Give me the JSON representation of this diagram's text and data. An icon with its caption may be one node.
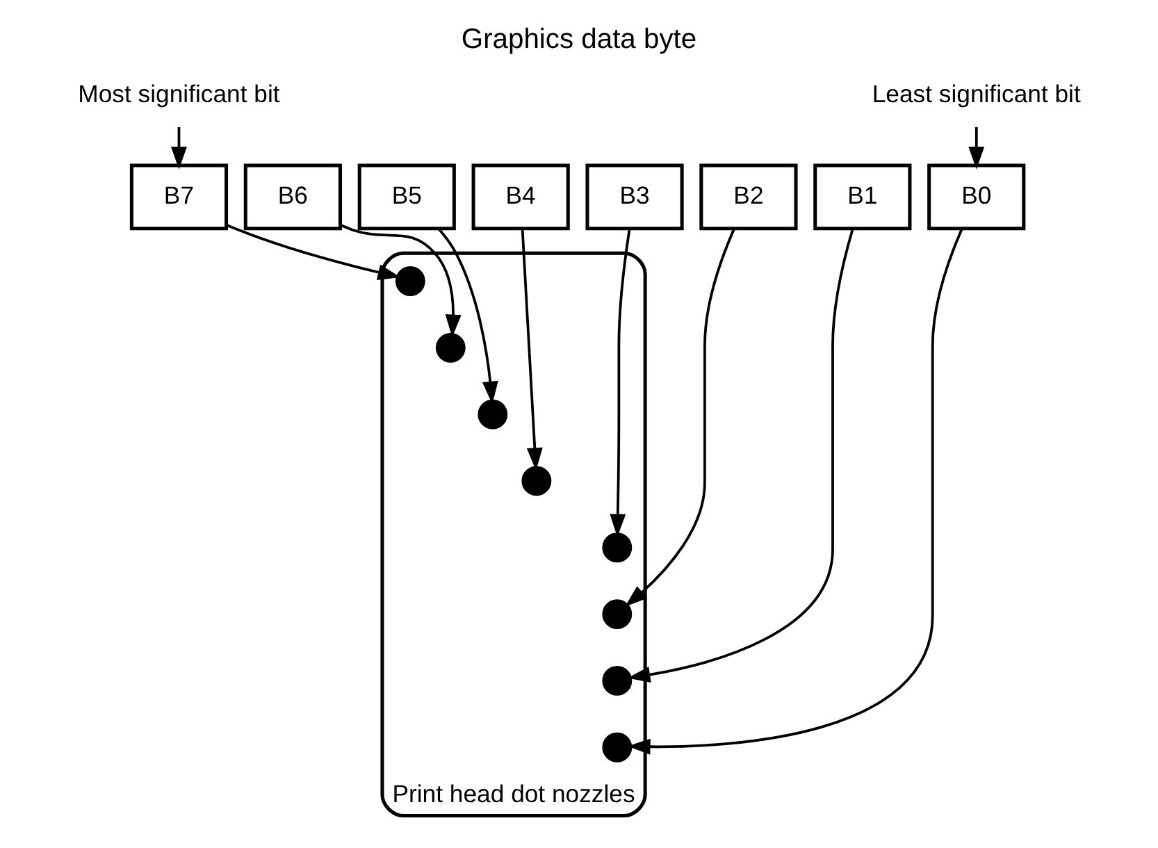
{
  "diagram": {
    "title": "Graphics data byte",
    "nodes": [
      {
        "text": [
          "Most significant bit"
        ]
      },
      {
        "text": [
          "Least significant bit"
        ]
      },
      {
        "text": [
          "B7"
        ]
      },
      {
        "text": [
          "B6"
        ]
      },
      {
        "text": [
          "B5"
        ]
      },
      {
        "text": [
          "B4"
        ]
      },
      {
        "text": [
          "B3"
        ]
      },
      {
        "text": [
          "B2"
        ]
      },
      {
        "text": [
          "B1"
        ]
      },
      {
        "text": [
          "B0"
        ]
      },
      {
        "text": [
          "Print head dot nozzles"
        ]
      },
      {
        "text": [],
        "shape": "circle",
        "in": 10
      },
      {
        "text": [],
        "shape": "circle",
        "in": 10
      },
      {
        "text": [],
        "shape": "circle",
        "in": 10
      },
      {
        "text": [],
        "shape": "circle",
        "in": 10
      },
      {
        "text": [],
        "shape": "circle",
        "in": 10
      },
      {
        "text": [],
        "shape": "circle",
        "in": 10
      },
      {
        "text": [],
        "shape": "circle",
        "in": 10
      },
      {
        "text": [],
        "shape": "circle",
        "in": 10
      }
    ],
    "edges": [
      {
        "from": 0,
        "to": 2,
        "arrow": "to"
      },
      {
        "from": 1,
        "to": 9,
        "arrow": "to"
      },
      {
        "from": 2,
        "to": 11,
        "arrow": "to"
      },
      {
        "from": 3,
        "to": 12,
        "arrow": "to"
      },
      {
        "from": 4,
        "to": 13,
        "arrow": "to"
      },
      {
        "from": 5,
        "to": 14,
        "arrow": "to"
      },
      {
        "from": 6,
        "to": 15,
        "arrow": "to"
      },
      {
        "from": 7,
        "to": 16,
        "arrow": "to"
      },
      {
        "from": 8,
        "to": 17,
        "arrow": "to"
      },
      {
        "from": 9,
        "to": 18,
        "arrow": "to"
      }
    ]
  }
}
